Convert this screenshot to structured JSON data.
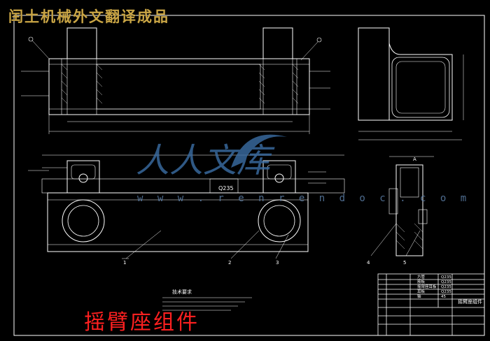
{
  "banner": {
    "text": "闰土机械外文翻译成品",
    "color": "#c9a545"
  },
  "drawing_title": {
    "text": "摇臂座组件",
    "color": "#ff2020"
  },
  "watermark": {
    "logo_text": "人人文库",
    "url_text": "w w w . r e n r e n d o c . c o m",
    "color": "#3b6ea5"
  },
  "labels": {
    "material": "Q235",
    "part_numbers": [
      "1",
      "2",
      "3",
      "4",
      "5"
    ],
    "section_mark": "A",
    "technical_requirements_title": "技术要求",
    "title_block_name": "摇臂座组件"
  },
  "bom_rows": [
    {
      "name": "方管",
      "material": "Q235"
    },
    {
      "name": "筋板",
      "material": "Q235"
    },
    {
      "name": "摇臂座耳板",
      "material": "Q235"
    },
    {
      "name": "耳板",
      "material": "Q235"
    },
    {
      "name": "轴",
      "material": "45"
    }
  ],
  "colors": {
    "line": "#ffffff",
    "dimension": "#e8e8e8",
    "hatch": "#ffffff"
  }
}
